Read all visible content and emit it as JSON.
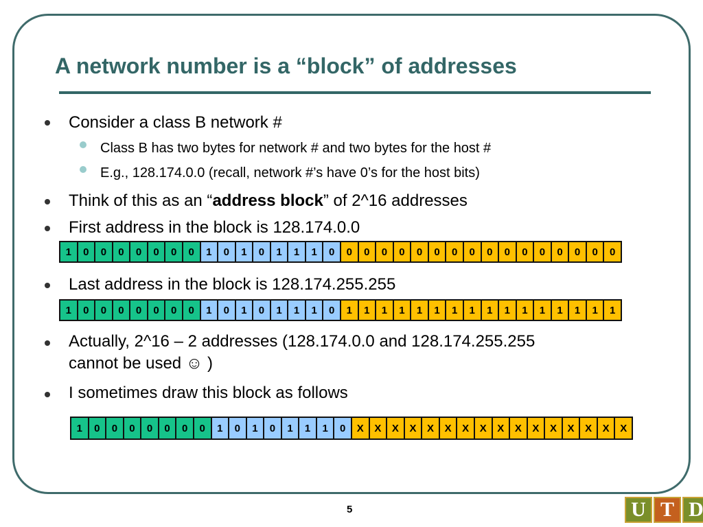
{
  "slide": {
    "title": "A network number is a “block” of addresses",
    "bullets": {
      "b1": "Consider a class B network #",
      "b1_sub1": "Class B has two bytes for network # and two bytes for the host #",
      "b1_sub2": "E.g., 128.174.0.0 (recall, network #’s have 0’s for the host bits)",
      "b2_pre": "Think of this as an “",
      "b2_bold": "address block",
      "b2_post": "” of 2^16 addresses",
      "b3": "First address in the block is 128.174.0.0",
      "b4": "Last address in the block is 128.174.255.255",
      "b5_line1": "Actually, 2^16 – 2 addresses (128.174.0.0 and 128.174.255.255",
      "b5_line2": "cannot be used ☺ )",
      "b6": "I sometimes draw this block as follows"
    },
    "page_number": "5",
    "logo_letters": [
      "U",
      "T",
      "D"
    ]
  },
  "colors": {
    "byte1": "#16c38a",
    "byte2": "#99ccff",
    "host": "#ffc000",
    "title": "#336666",
    "frame": "#3f6b6b"
  },
  "bit_rows": {
    "first": {
      "network": [
        "1",
        "0",
        "0",
        "0",
        "0",
        "0",
        "0",
        "0",
        "1",
        "0",
        "1",
        "0",
        "1",
        "1",
        "1",
        "0"
      ],
      "host": [
        "0",
        "0",
        "0",
        "0",
        "0",
        "0",
        "0",
        "0",
        "0",
        "0",
        "0",
        "0",
        "0",
        "0",
        "0",
        "0"
      ]
    },
    "last": {
      "network": [
        "1",
        "0",
        "0",
        "0",
        "0",
        "0",
        "0",
        "0",
        "1",
        "0",
        "1",
        "0",
        "1",
        "1",
        "1",
        "0"
      ],
      "host": [
        "1",
        "1",
        "1",
        "1",
        "1",
        "1",
        "1",
        "1",
        "1",
        "1",
        "1",
        "1",
        "1",
        "1",
        "1",
        "1"
      ]
    },
    "block": {
      "network": [
        "1",
        "0",
        "0",
        "0",
        "0",
        "0",
        "0",
        "0",
        "1",
        "0",
        "1",
        "0",
        "1",
        "1",
        "1",
        "0"
      ],
      "host": [
        "X",
        "X",
        "X",
        "X",
        "X",
        "X",
        "X",
        "X",
        "X",
        "X",
        "X",
        "X",
        "X",
        "X",
        "X",
        "X"
      ]
    }
  }
}
